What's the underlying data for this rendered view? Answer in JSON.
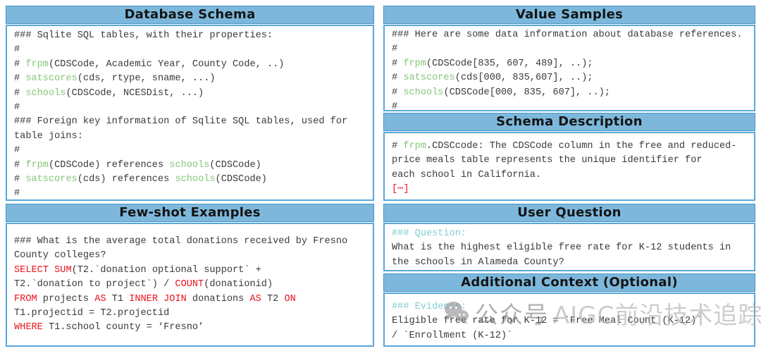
{
  "colors": {
    "header_bg": "#7db8dc",
    "border": "#58a8da",
    "border_dark": "#4795c8",
    "text": "#3a3a3a",
    "green": "#85c779",
    "red": "#e8131d",
    "teal": "#82cdd3",
    "watermark_gray": "#a8a8a8"
  },
  "panels": {
    "database_schema": {
      "title": "Database Schema",
      "lines": [
        [
          {
            "t": "### Sqlite SQL tables, with their properties:"
          }
        ],
        [
          {
            "t": "#"
          }
        ],
        [
          {
            "t": "# "
          },
          {
            "t": "frpm",
            "c": "green"
          },
          {
            "t": "(CDSCode, Academic Year, County Code, ..)"
          }
        ],
        [
          {
            "t": "# "
          },
          {
            "t": "satscores",
            "c": "green"
          },
          {
            "t": "(cds, rtype, sname, ...)"
          }
        ],
        [
          {
            "t": "# "
          },
          {
            "t": "schools",
            "c": "green"
          },
          {
            "t": "(CDSCode, NCESDist, ...)"
          }
        ],
        [
          {
            "t": "#"
          }
        ],
        [
          {
            "t": "### Foreign key information of Sqlite SQL tables, used for"
          }
        ],
        [
          {
            "t": "table joins:"
          }
        ],
        [
          {
            "t": "#"
          }
        ],
        [
          {
            "t": "# "
          },
          {
            "t": "frpm",
            "c": "green"
          },
          {
            "t": "(CDSCode) references "
          },
          {
            "t": "schools",
            "c": "green"
          },
          {
            "t": "(CDSCode)"
          }
        ],
        [
          {
            "t": "# "
          },
          {
            "t": "satscores",
            "c": "green"
          },
          {
            "t": "(cds) references "
          },
          {
            "t": "schools",
            "c": "green"
          },
          {
            "t": "(CDSCode)"
          }
        ],
        [
          {
            "t": "#"
          }
        ]
      ]
    },
    "few_shot": {
      "title": "Few-shot Examples",
      "lines": [
        [
          {
            "t": "### What is the average total donations received by Fresno"
          }
        ],
        [
          {
            "t": "County colleges?"
          }
        ],
        [
          {
            "t": "SELECT",
            "c": "red"
          },
          {
            "t": " "
          },
          {
            "t": "SUM",
            "c": "red"
          },
          {
            "t": "(T2.`donation optional support` +"
          }
        ],
        [
          {
            "t": "T2.`donation to project`) / "
          },
          {
            "t": "COUNT",
            "c": "red"
          },
          {
            "t": "(donationid)"
          }
        ],
        [
          {
            "t": "FROM",
            "c": "red"
          },
          {
            "t": " projects "
          },
          {
            "t": "AS",
            "c": "red"
          },
          {
            "t": " T1 "
          },
          {
            "t": "INNER JOIN",
            "c": "red"
          },
          {
            "t": " donations "
          },
          {
            "t": "AS",
            "c": "red"
          },
          {
            "t": " T2 "
          },
          {
            "t": "ON",
            "c": "red"
          }
        ],
        [
          {
            "t": "T1.projectid = T2.projectid"
          }
        ],
        [
          {
            "t": "WHERE",
            "c": "red"
          },
          {
            "t": " T1.school county = ‘Fresno’"
          }
        ]
      ]
    },
    "value_samples": {
      "title": "Value Samples",
      "lines": [
        [
          {
            "t": "### Here are some data information about database references."
          }
        ],
        [
          {
            "t": "#"
          }
        ],
        [
          {
            "t": "# "
          },
          {
            "t": "frpm",
            "c": "green"
          },
          {
            "t": "(CDSCode[835, 607, 489], ..);"
          }
        ],
        [
          {
            "t": "# "
          },
          {
            "t": "satscores",
            "c": "green"
          },
          {
            "t": "(cds[000, 835,607], ..);"
          }
        ],
        [
          {
            "t": "# "
          },
          {
            "t": "schools",
            "c": "green"
          },
          {
            "t": "(CDSCode[000, 835, 607], ..);"
          }
        ],
        [
          {
            "t": "#"
          }
        ]
      ]
    },
    "schema_description": {
      "title": "Schema Description",
      "lines": [
        [
          {
            "t": "# "
          },
          {
            "t": "frpm",
            "c": "green"
          },
          {
            "t": ".CDSCcode: The CDSCode column in the free and reduced-"
          }
        ],
        [
          {
            "t": "price meals table represents the unique identifier for"
          }
        ],
        [
          {
            "t": "each school in California."
          }
        ],
        [
          {
            "t": "[⋯]",
            "c": "red"
          }
        ]
      ]
    },
    "user_question": {
      "title": "User Question",
      "lines": [
        [
          {
            "t": "### Question:",
            "c": "teal"
          }
        ],
        [
          {
            "t": "What is the highest eligible free rate for K-12 students in"
          }
        ],
        [
          {
            "t": "the schools in Alameda County?"
          }
        ]
      ]
    },
    "additional_context": {
      "title": "Additional Context (Optional)",
      "lines": [
        [
          {
            "t": "### Evidence:",
            "c": "teal"
          }
        ],
        [
          {
            "t": "Eligible free rate for K-12 = `Free Meal Count (K-12)`"
          }
        ],
        [
          {
            "t": "/ `Enrollment (K-12)`"
          }
        ]
      ]
    }
  },
  "watermark": {
    "account_label": "公众号",
    "account_name": "AIGC前沿技术追踪"
  }
}
